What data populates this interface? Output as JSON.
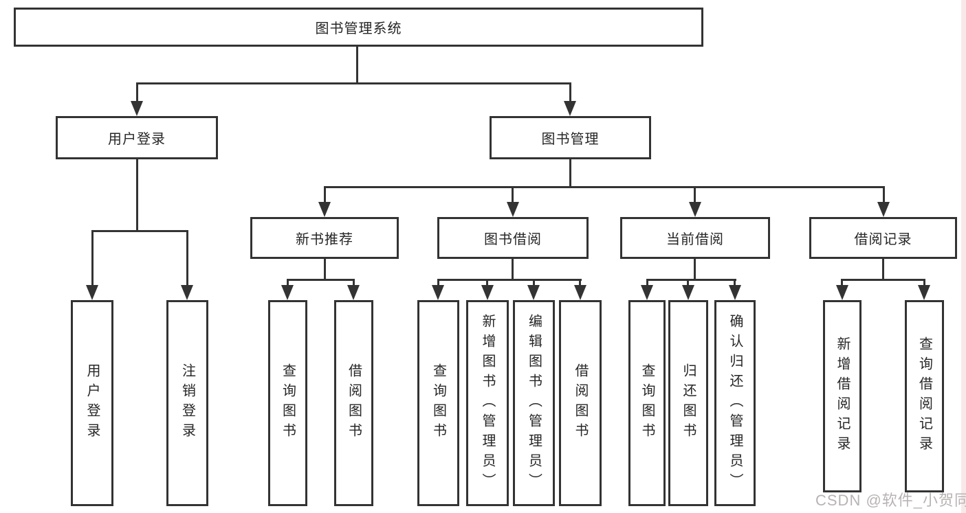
{
  "diagram_type": "hierarchy-tree",
  "tree": {
    "root": {
      "label": "图书管理系统",
      "children": [
        {
          "label": "用户登录",
          "children": [
            {
              "label": "用户登录"
            },
            {
              "label": "注销登录"
            }
          ]
        },
        {
          "label": "图书管理",
          "children": [
            {
              "label": "新书推荐",
              "children": [
                {
                  "label": "查询图书"
                },
                {
                  "label": "借阅图书"
                }
              ]
            },
            {
              "label": "图书借阅",
              "children": [
                {
                  "label": "查询图书"
                },
                {
                  "label": "新增图书（管理员）"
                },
                {
                  "label": "编辑图书（管理员）"
                },
                {
                  "label": "借阅图书"
                }
              ]
            },
            {
              "label": "当前借阅",
              "children": [
                {
                  "label": "查询图书"
                },
                {
                  "label": "归还图书"
                },
                {
                  "label": "确认归还（管理员）"
                }
              ]
            },
            {
              "label": "借阅记录",
              "children": [
                {
                  "label": "新增借阅记录"
                },
                {
                  "label": "查询借阅记录"
                }
              ]
            }
          ]
        }
      ]
    }
  },
  "watermark": {
    "text": "CSDN @软件_小贺同学"
  },
  "colors": {
    "line": "#333333",
    "text": "#262626",
    "watermark": "#b9b3b3",
    "background": "#ffffff",
    "edge": "#f8e9e9"
  }
}
